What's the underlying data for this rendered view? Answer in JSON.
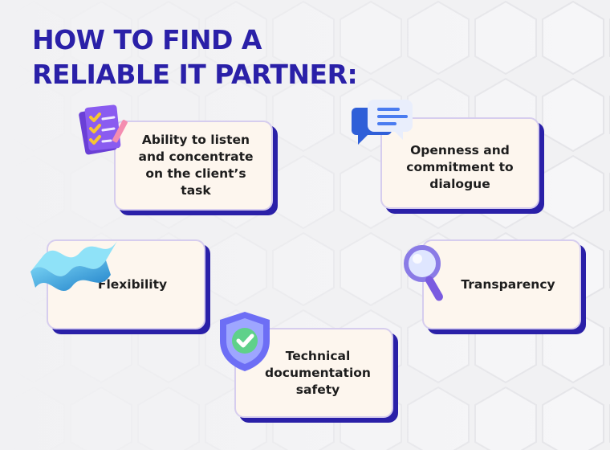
{
  "title": {
    "line1": "HOW TO FIND A",
    "line2": "RELIABLE IT PARTNER:"
  },
  "colors": {
    "title": "#2a20a8",
    "card_fill": "#fdf6ee",
    "card_border": "#d6cdee",
    "card_shadow": "#2a20a8",
    "background": "#f1f1f3"
  },
  "cards": [
    {
      "label": "Ability to listen and concentrate on the client’s task",
      "icon": "checklist-icon"
    },
    {
      "label": "Openness and commitment to dialogue",
      "icon": "chat-bubbles-icon"
    },
    {
      "label": "Flexibility",
      "icon": "wave-icon"
    },
    {
      "label": "Transparency",
      "icon": "magnifier-icon"
    },
    {
      "label": "Technical documentation safety",
      "icon": "shield-check-icon"
    }
  ]
}
